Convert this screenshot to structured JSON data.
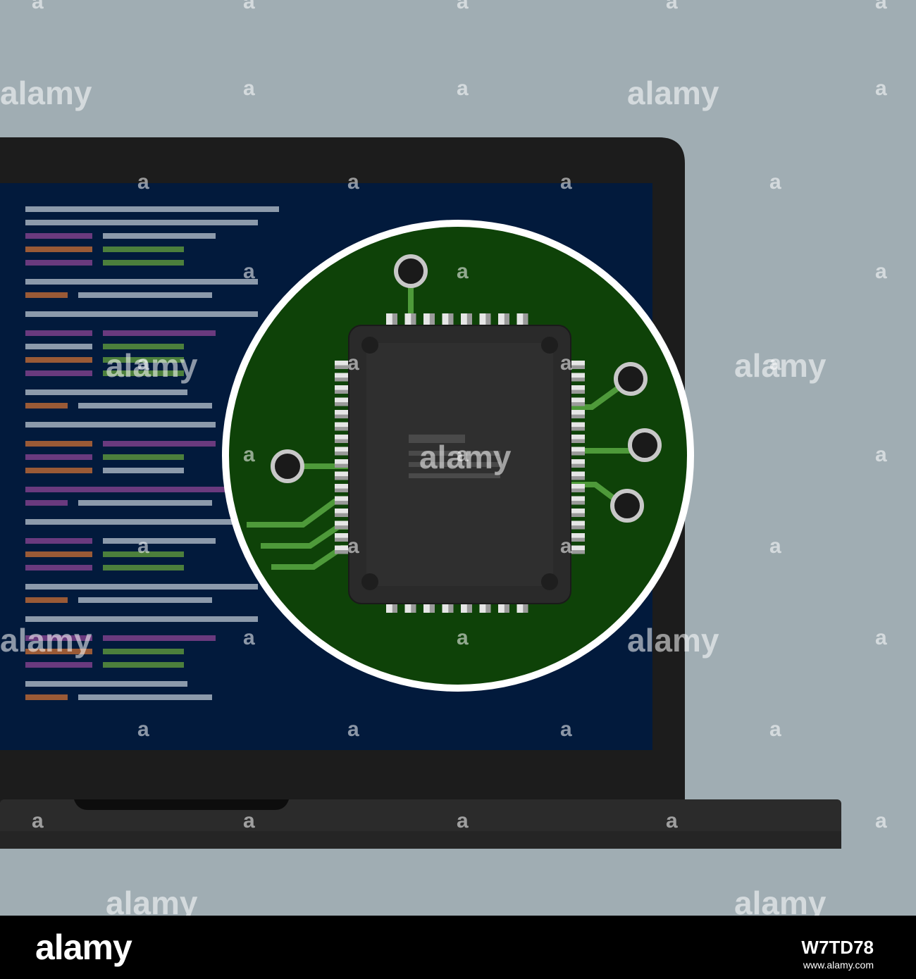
{
  "colors": {
    "background": "#a0adb3",
    "laptop_body": "#1c1c1c",
    "laptop_base": "#2b2b2b",
    "screen": "#021a3c",
    "circuit_board": "#0e4208",
    "chip": "#2a2a2a",
    "trace": "#4e9a3a",
    "code_gray": "#8c9aab",
    "code_purple": "#6a3a7e",
    "code_orange": "#9a5a36",
    "code_green": "#4c7f3c"
  },
  "watermark": {
    "logo_text": "alamy",
    "short_mark": "a"
  },
  "footer": {
    "logo": "alamy",
    "image_id": "W7TD78",
    "url": "www.alamy.com"
  },
  "code_lines": [
    [
      [
        "g",
        360
      ]
    ],
    [
      [
        "g",
        330
      ]
    ],
    [
      [
        "p",
        95
      ],
      [
        "g",
        160
      ]
    ],
    [
      [
        "o",
        95
      ],
      [
        "gr",
        115
      ]
    ],
    [
      [
        "p",
        95
      ],
      [
        "gr",
        115
      ]
    ],
    [
      [
        "g",
        330
      ]
    ],
    [
      [
        "o",
        60
      ],
      [
        "g",
        190
      ]
    ],
    [
      [
        "g",
        330
      ]
    ],
    [
      [
        "p",
        95
      ],
      [
        "p",
        160
      ]
    ],
    [
      [
        "g",
        95
      ],
      [
        "gr",
        115
      ]
    ],
    [
      [
        "o",
        95
      ],
      [
        "gr",
        115
      ]
    ],
    [
      [
        "p",
        95
      ],
      [
        "gr",
        115
      ]
    ],
    [
      [
        "g",
        230
      ]
    ],
    [
      [
        "o",
        60
      ],
      [
        "g",
        190
      ]
    ],
    [
      [
        "g",
        270
      ]
    ],
    [
      [
        "o",
        95
      ],
      [
        "p",
        160
      ]
    ],
    [
      [
        "p",
        95
      ],
      [
        "gr",
        115
      ]
    ],
    [
      [
        "o",
        95
      ],
      [
        "g",
        115
      ]
    ],
    [
      [
        "p",
        330
      ]
    ],
    [
      [
        "p",
        60
      ],
      [
        "g",
        190
      ]
    ],
    [
      [
        "g",
        330
      ]
    ],
    [
      [
        "p",
        95
      ],
      [
        "g",
        160
      ]
    ],
    [
      [
        "o",
        95
      ],
      [
        "gr",
        115
      ]
    ],
    [
      [
        "p",
        95
      ],
      [
        "gr",
        115
      ]
    ],
    [
      [
        "g",
        330
      ]
    ],
    [
      [
        "o",
        60
      ],
      [
        "g",
        190
      ]
    ],
    [
      [
        "g",
        330
      ]
    ],
    [
      [
        "p",
        95
      ],
      [
        "p",
        160
      ]
    ],
    [
      [
        "o",
        95
      ],
      [
        "gr",
        115
      ]
    ],
    [
      [
        "p",
        95
      ],
      [
        "gr",
        115
      ]
    ],
    [
      [
        "g",
        230
      ]
    ],
    [
      [
        "o",
        60
      ],
      [
        "g",
        190
      ]
    ]
  ]
}
